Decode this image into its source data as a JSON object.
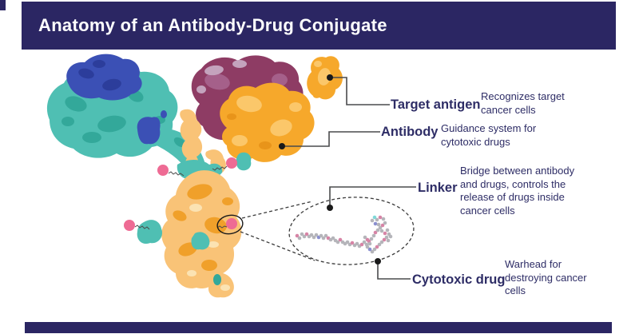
{
  "header": {
    "title": "Anatomy of an Antibody-Drug Conjugate"
  },
  "annotations": [
    {
      "id": "target-antigen",
      "label": "Target antigen",
      "description": "Recognizes target\ncancer cells"
    },
    {
      "id": "antibody",
      "label": "Antibody",
      "description": "Guidance system for\ncytotoxic drugs"
    },
    {
      "id": "linker",
      "label": "Linker",
      "description": "Bridge between antibody\nand drugs, controls the\nrelease of drugs inside\ncancer cells"
    },
    {
      "id": "cytotoxic-drug",
      "label": "Cytotoxic drug",
      "description": "Warhead for\ndestroying cancer\ncells"
    }
  ],
  "palette": {
    "navy": "#2b2663",
    "textnavy": "#2e2d66",
    "teal": "#4fbfb3",
    "tealDark": "#33a89a",
    "blue": "#3b50b5",
    "blueDark": "#2c3d9b",
    "maroon": "#8e3c64",
    "maroonLight": "#a5608a",
    "maroonPale": "#c4a3bd",
    "orange": "#f6a82b",
    "orangeLight": "#fbc76a",
    "orangeDark": "#e8941a",
    "stem": "#f9c377",
    "stemDark": "#f0a02a",
    "stemPale": "#fbe3b3",
    "pink": "#ee6b94",
    "lineGray": "#4a4b4d",
    "moleculeGray": "#b5b5ba",
    "moleculePink": "#d784a6",
    "moleculeBlue": "#8a8fd0",
    "moleculeCyan": "#7fd8d8"
  }
}
